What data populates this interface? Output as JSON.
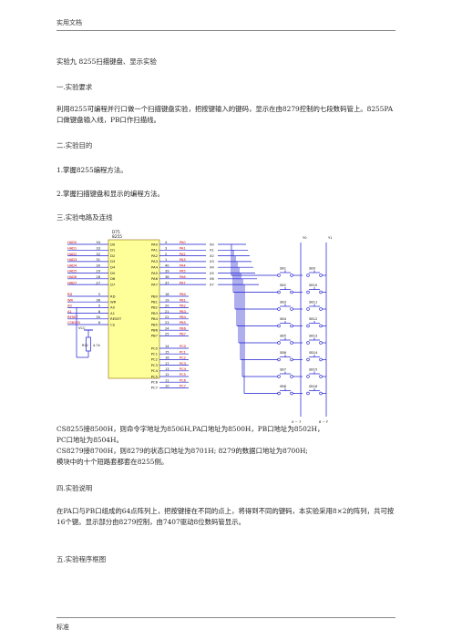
{
  "header": {
    "label": "实用文档"
  },
  "footer": {
    "label": "标准"
  },
  "title": "实验九 8255扫描键盘、显示实验",
  "sections": {
    "s1": "一.实验要求",
    "s1_body": "利用8255可编程并行口做一个扫描键盘实验，把按键输入的键码，显示在由8279控制的七段数码管上。8255PA口做键盘输入线，PB口作扫描线。",
    "s2": "二.实验目的",
    "s2_item1": "1.掌握8255编程方法。",
    "s2_item2": "2.掌握扫描键盘和显示的编程方法。",
    "s3": "三.实验电路及连线",
    "note_line1": "CS8255接8500H，则命令字地址为8506H,PA口地址为8500H，PB口地址为8502H，",
    "note_line2": "PC口地址为8504H。",
    "note_line3": "CS8279接8700H，则8279的状态口地址为8701H; 8279的数据口地址为8700H;",
    "note_line4": "模块中的十个短路套都套在8255侧。",
    "s4": "四.实验说明",
    "s4_body": "在PA口与PB口组成的64点阵列上，把按键接在不同的点上，将得到不同的键码，本实验采用8×2的阵列，共可按16个键。显示部分由8279控制，由7407驱动8位数码管显示。",
    "s5": "五.实验程序框图"
  },
  "circuit": {
    "chip_name": "D75",
    "chip_model": "8255",
    "left_data_pins": [
      {
        "net": "HAD0",
        "num": "34",
        "pin": "D0"
      },
      {
        "net": "HAD1",
        "num": "33",
        "pin": "D1"
      },
      {
        "net": "HAD2",
        "num": "32",
        "pin": "D2"
      },
      {
        "net": "HAD3",
        "num": "31",
        "pin": "D3"
      },
      {
        "net": "HAD4",
        "num": "30",
        "pin": "D4"
      },
      {
        "net": "HAD5",
        "num": "29",
        "pin": "D5"
      },
      {
        "net": "HAD6",
        "num": "28",
        "pin": "D6"
      },
      {
        "net": "HAD7",
        "num": "27",
        "pin": "D7"
      }
    ],
    "left_ctrl_pins": [
      {
        "net": "RD",
        "num": "5",
        "pin": "RD"
      },
      {
        "net": "WR",
        "num": "36",
        "pin": "WR"
      },
      {
        "net": "A0",
        "num": "9",
        "pin": "A0"
      },
      {
        "net": "A1",
        "num": "8",
        "pin": "A1"
      },
      {
        "net": "RESET",
        "num": "35",
        "pin": "RESET"
      },
      {
        "net": "CS8255",
        "num": "6",
        "pin": "CS"
      }
    ],
    "pa_pins": [
      {
        "pin": "PA0",
        "num": "4",
        "net": "PA0",
        "label": "X0"
      },
      {
        "pin": "PA1",
        "num": "3",
        "net": "PA1",
        "label": "X1"
      },
      {
        "pin": "PA2",
        "num": "2",
        "net": "PA2",
        "label": "X2"
      },
      {
        "pin": "PA3",
        "num": "1",
        "net": "PA3",
        "label": "X3"
      },
      {
        "pin": "PA4",
        "num": "40",
        "net": "PA4",
        "label": "X4"
      },
      {
        "pin": "PA5",
        "num": "39",
        "net": "PA5",
        "label": "X5"
      },
      {
        "pin": "PA6",
        "num": "38",
        "net": "PA6",
        "label": "X6"
      },
      {
        "pin": "PA7",
        "num": "37",
        "net": "PA7",
        "label": "X7"
      }
    ],
    "pb_pins": [
      {
        "pin": "PB0",
        "num": "18",
        "net": "PB0"
      },
      {
        "pin": "PB1",
        "num": "19",
        "net": "PB1"
      },
      {
        "pin": "PB2",
        "num": "20",
        "net": "PB2"
      },
      {
        "pin": "PB3",
        "num": "21",
        "net": "PB3"
      },
      {
        "pin": "PB4",
        "num": "22",
        "net": "PB4"
      },
      {
        "pin": "PB5",
        "num": "23",
        "net": "PB5"
      },
      {
        "pin": "PB6",
        "num": "24",
        "net": "PB6"
      },
      {
        "pin": "PB7",
        "num": "25",
        "net": "PB7"
      }
    ],
    "pc_pins": [
      {
        "pin": "PC0",
        "num": "14",
        "net": "PC0"
      },
      {
        "pin": "PC1",
        "num": "15",
        "net": "PC1"
      },
      {
        "pin": "PC2",
        "num": "16",
        "net": "PC2"
      },
      {
        "pin": "PC3",
        "num": "17",
        "net": "PC3"
      },
      {
        "pin": "PC4",
        "num": "13",
        "net": "PC4"
      },
      {
        "pin": "PC5",
        "num": "12",
        "net": "PC5"
      },
      {
        "pin": "PC6",
        "num": "11",
        "net": "PC6"
      },
      {
        "pin": "PC7",
        "num": "10",
        "net": "PC7"
      }
    ],
    "vcc_label": "VCC",
    "resistor_ref": "R21",
    "resistor_value": "4.7k",
    "col_labels": [
      "Y0",
      "Y1"
    ],
    "keys_left": [
      "SB1",
      "SB2",
      "SB3",
      "SB4",
      "SB5",
      "SB6",
      "SB7",
      "SB8"
    ],
    "keys_right": [
      "SB9",
      "SB10",
      "SB11",
      "SB12",
      "SB13",
      "SB14",
      "SB15",
      "SB16"
    ],
    "bottom_labels": [
      "0 ~ 7",
      "8 ~ F"
    ],
    "colors": {
      "chip_fill": "#ffff99",
      "wire": "#1a1ad0",
      "net_text": "#cc0000",
      "body_text": "#111111"
    }
  }
}
